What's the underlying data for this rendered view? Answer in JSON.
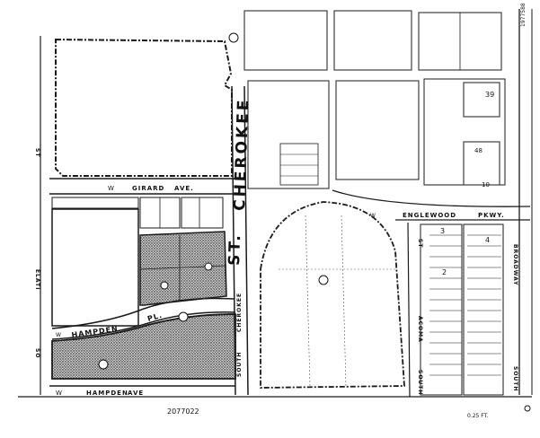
{
  "streets": {
    "girard": "GIRARD",
    "girard_suffix": "AVE.",
    "hampden_pl": "HAMPDEN",
    "hampden_pl_suffix": "PL.",
    "hampden_ave": "HAMPDEN",
    "hampden_ave_suffix": "AVE",
    "cherokee_st": "ST.",
    "cherokee_big": "CHEROKEE",
    "cherokee_vertical": "CHEROKEE",
    "south_left": "SOUTH",
    "englewood": "ENGLEWOOD",
    "englewood_suffix": "PKWY.",
    "acoma": "ACOMA",
    "acoma_st": "ST",
    "south_acoma": "SOUTH",
    "broadway": "BROADWAY",
    "south_broadway": "SOUTH",
    "elati": "ELATI",
    "elati_st": "ST",
    "elati_so": "SO",
    "w_marker": "W",
    "w_marker2": "W",
    "w_marker3": "W",
    "w_marker4": "W"
  },
  "labels": {
    "map_number": "2077022",
    "scale": "0.25 FT.",
    "side_number": "1977588",
    "parcel_39": "39",
    "parcel_3": "3",
    "parcel_2": "2",
    "parcel_4": "4",
    "parcel_48": "48",
    "parcel_10": "10"
  },
  "colors": {
    "line": "#1a1a1a",
    "hatch": "#444444",
    "paper": "#ffffff"
  }
}
